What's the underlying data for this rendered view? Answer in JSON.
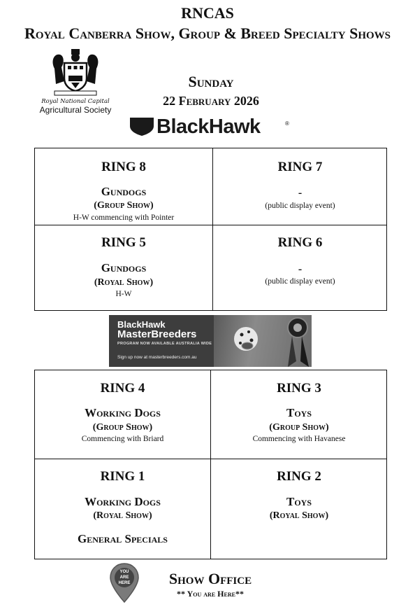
{
  "header": {
    "title": "RNCAS",
    "subtitle": "Royal Canberra Show, Group & Breed Specialty Shows",
    "day": "Sunday",
    "date": "22 February 2026"
  },
  "logo": {
    "icon": "coat-of-arms",
    "line1": "Royal National Capital",
    "line2": "Agricultural Society"
  },
  "sponsor": {
    "name": "BlackHawk",
    "mark": "®"
  },
  "upper_rings": [
    {
      "ring": "RING 8",
      "group": "Gundogs",
      "show": "(Group Show)",
      "note": "H-W commencing with Pointer"
    },
    {
      "ring": "RING 7",
      "group": "-",
      "show": "",
      "note": "(public display event)"
    },
    {
      "ring": "RING 5",
      "group": "Gundogs",
      "show": "(Royal Show)",
      "note": "H-W"
    },
    {
      "ring": "RING 6",
      "group": "-",
      "show": "",
      "note": "(public display event)"
    }
  ],
  "banner": {
    "brand": "BlackHawk",
    "title": "MasterBreeders",
    "line1": "PROGRAM NOW AVAILABLE AUSTRALIA WIDE",
    "line2": "Sign up now at masterbreeders.com.au"
  },
  "lower_rings": [
    {
      "ring": "RING 4",
      "group": "Working Dogs",
      "show": "(Group Show)",
      "note": "Commencing with Briard"
    },
    {
      "ring": "RING 3",
      "group": "Toys",
      "show": "(Group Show)",
      "note": "Commencing with Havanese"
    },
    {
      "ring": "RING 1",
      "group": "Working Dogs",
      "show": "(Royal Show)",
      "extra": "General Specials"
    },
    {
      "ring": "RING 2",
      "group": "Toys",
      "show": "(Royal Show)"
    }
  ],
  "footer": {
    "pin_line1": "YOU",
    "pin_line2": "ARE",
    "pin_line3": "HERE",
    "office": "Show Office",
    "here": "** You are Here**"
  },
  "colors": {
    "ink": "#111111",
    "banner_dark": "#3d3d3d"
  }
}
